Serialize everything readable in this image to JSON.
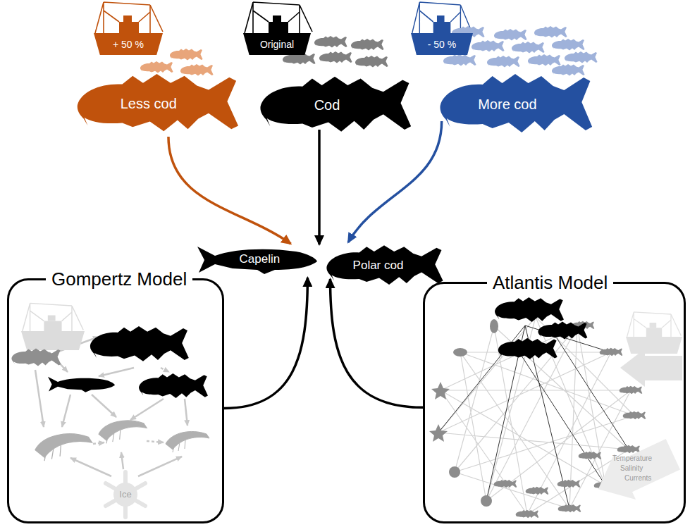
{
  "diagram": {
    "nodes": [
      {
        "text": [
          "+ 50 %"
        ]
      },
      {
        "text": [
          "Original"
        ]
      },
      {
        "text": [
          "- 50 %"
        ]
      },
      {
        "text": [
          "Less cod"
        ]
      },
      {
        "text": [
          "Cod"
        ]
      },
      {
        "text": [
          "More cod"
        ]
      },
      {
        "text": [
          "Capelin"
        ]
      },
      {
        "text": [
          "Polar cod"
        ]
      },
      {
        "text": [
          "Gompertz Model"
        ]
      },
      {
        "text": [
          "Atlantis Model"
        ]
      }
    ],
    "edges": [
      {
        "from": 3,
        "to": 6,
        "arrow": "to"
      },
      {
        "from": 4,
        "to": 6,
        "arrow": "to"
      },
      {
        "from": 5,
        "to": 7,
        "arrow": "to"
      },
      {
        "from": 8,
        "to": 6,
        "arrow": "to"
      },
      {
        "from": 9,
        "to": 7,
        "arrow": "to"
      }
    ],
    "labels": [
      "Ice",
      "Temperature",
      "Salinity",
      "Currents"
    ]
  }
}
